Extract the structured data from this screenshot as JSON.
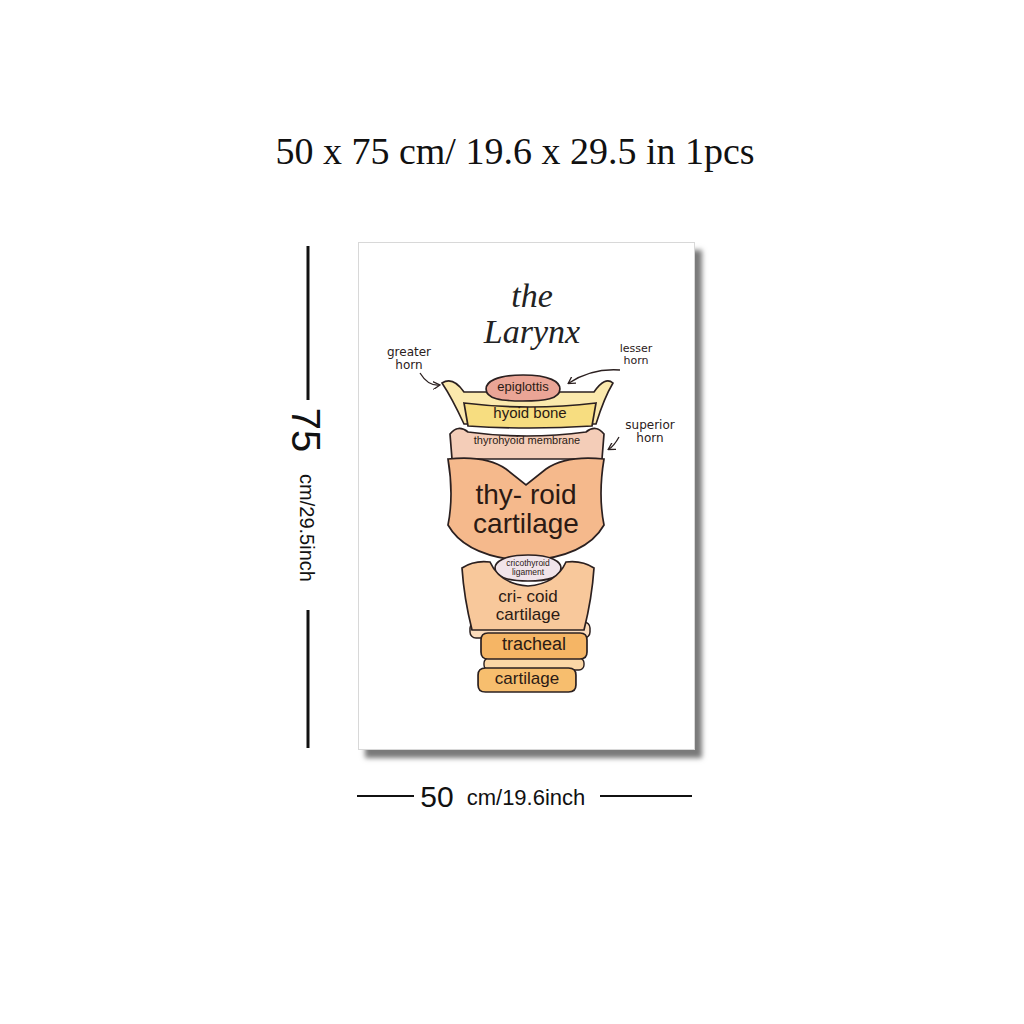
{
  "diagram": {
    "title": "the Larynx",
    "nodes": [
      {
        "text": [
          "epiglottis"
        ]
      },
      {
        "text": [
          "hyoid bone"
        ]
      },
      {
        "text": [
          "thyrohyoid membrane"
        ]
      },
      {
        "text": [
          "thy- roid cartilage"
        ]
      },
      {
        "text": [
          "cricothyroid ligament"
        ]
      },
      {
        "text": [
          "cri- coid cartilage"
        ]
      },
      {
        "text": [
          "tracheal"
        ]
      },
      {
        "text": [
          "cartilage"
        ]
      }
    ],
    "labels": [
      "50 x 75 cm/ 19.6 x 29.5 in 1pcs",
      "greater horn",
      "lesser horn",
      "superior horn",
      "75",
      "cm/29.5inch",
      "50",
      "cm/19.6inch"
    ]
  }
}
